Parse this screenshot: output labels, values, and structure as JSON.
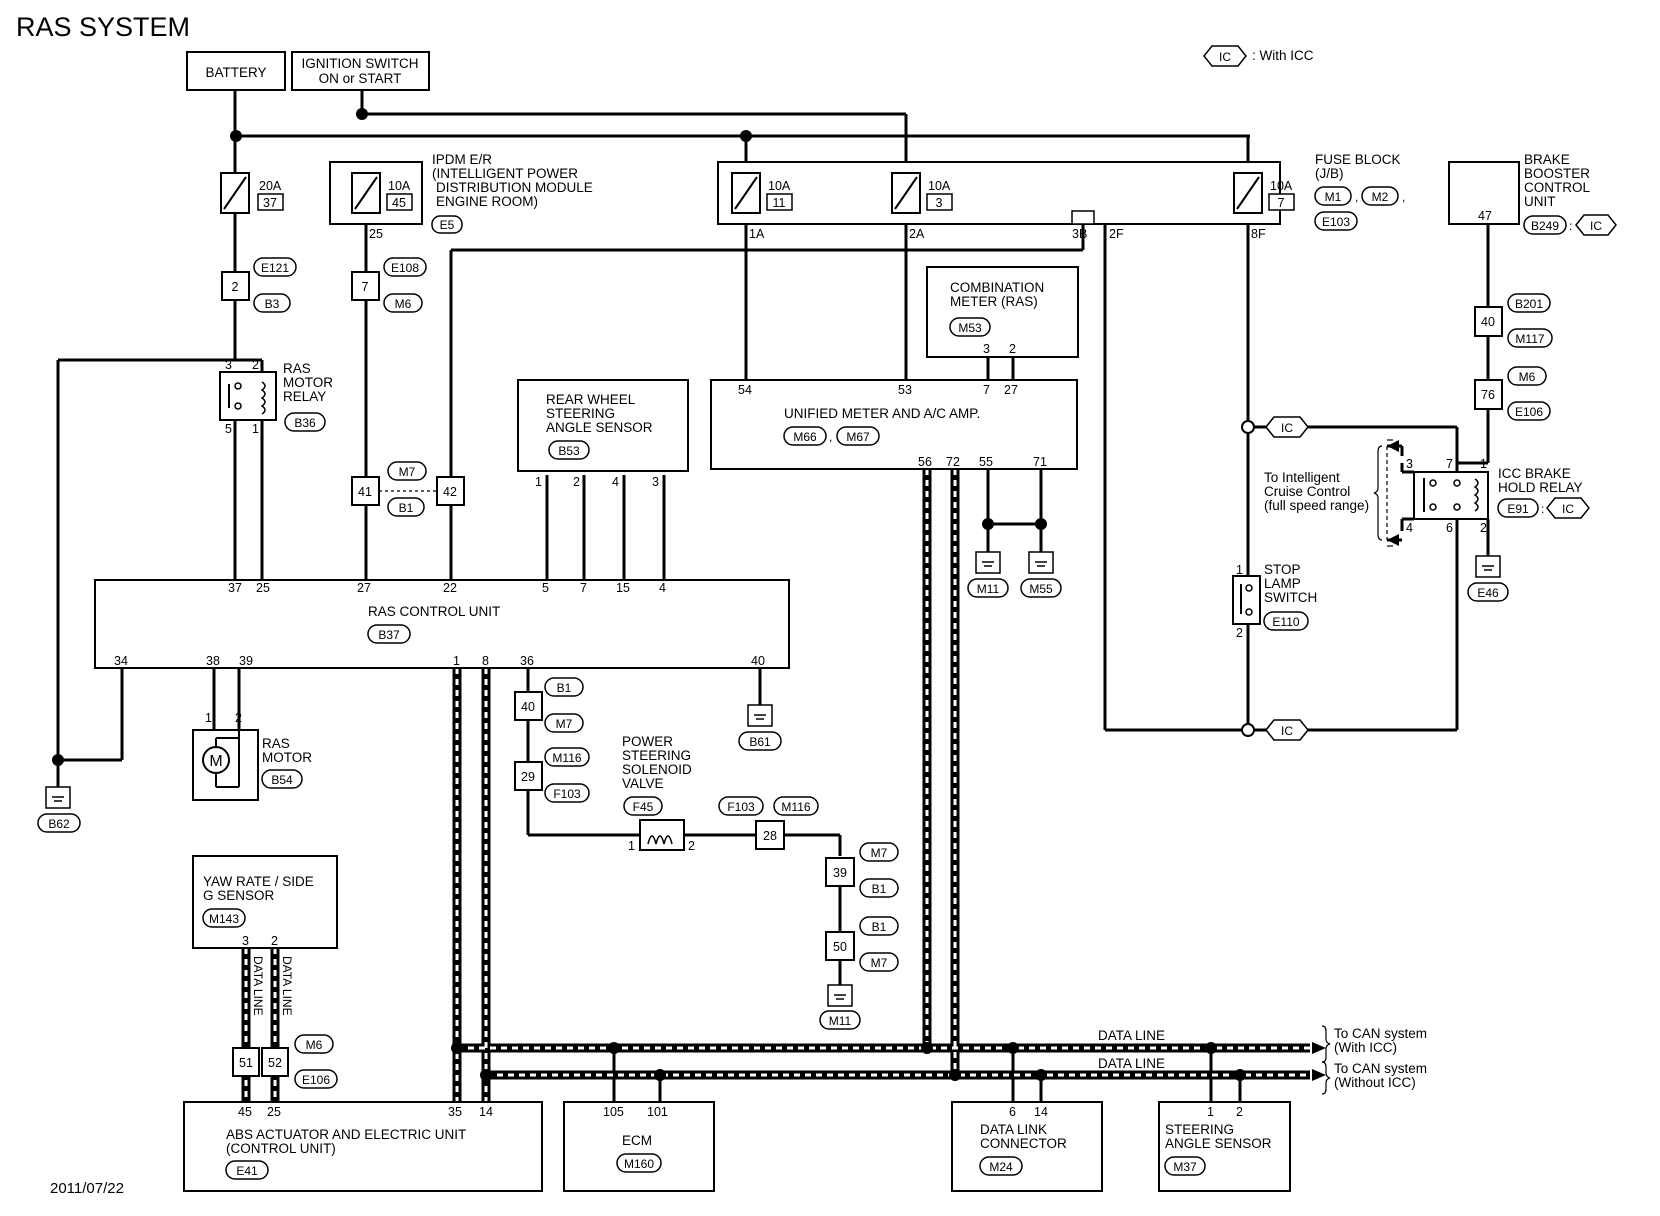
{
  "title": "RAS SYSTEM",
  "date": "2011/07/22",
  "legend": {
    "symbol": "IC",
    "text": ": With ICC"
  },
  "power": {
    "battery": "BATTERY",
    "ignition_1": "IGNITION SWITCH",
    "ignition_2": "ON or START"
  },
  "fuses": {
    "f37": {
      "amp": "20A",
      "num": "37"
    },
    "f45": {
      "amp": "10A",
      "num": "45"
    },
    "f11": {
      "amp": "10A",
      "num": "11"
    },
    "f3": {
      "amp": "10A",
      "num": "3"
    },
    "f7": {
      "amp": "10A",
      "num": "7"
    }
  },
  "ipdm": {
    "l1": "IPDM E/R",
    "l2": "(INTELLIGENT POWER",
    "l3": "DISTRIBUTION MODULE",
    "l4": "ENGINE ROOM)",
    "conn": "E5",
    "pin": "25"
  },
  "fuse_block": {
    "l1": "FUSE BLOCK",
    "l2": "(J/B)",
    "c1": "M1",
    "c2": "M2",
    "c3": "E103",
    "p1A": "1A",
    "p2A": "2A",
    "p3B": "3B",
    "p2F": "2F",
    "p8F": "8F"
  },
  "brake_booster": {
    "l1": "BRAKE",
    "l2": "BOOSTER",
    "l3": "CONTROL",
    "l4": "UNIT",
    "pin": "47",
    "conn": "B249"
  },
  "ras_relay": {
    "l1": "RAS",
    "l2": "MOTOR",
    "l3": "RELAY",
    "conn": "B36",
    "p3": "3",
    "p2": "2",
    "p5": "5",
    "p1": "1"
  },
  "harness": {
    "h2": {
      "pin": "2",
      "c1": "E121",
      "c2": "B3"
    },
    "h7": {
      "pin": "7",
      "c1": "E108",
      "c2": "M6"
    },
    "h41": {
      "pin": "41",
      "pin2": "42",
      "c1": "M7",
      "c2": "B1"
    },
    "h40m": {
      "pin": "40",
      "c1": "B1",
      "c2": "M7"
    },
    "h29": {
      "pin": "29",
      "c1": "M116",
      "c2": "F103"
    },
    "h28": {
      "pin": "28",
      "c1": "F103",
      "c2": "M116"
    },
    "h39": {
      "pin": "39",
      "c1": "M7",
      "c2": "B1"
    },
    "h50": {
      "pin": "50",
      "c1": "B1",
      "c2": "M7"
    },
    "h40r": {
      "pin": "40",
      "c1": "B201",
      "c2": "M117"
    },
    "h76": {
      "pin": "76",
      "c1": "M6",
      "c2": "E106"
    },
    "h51": {
      "pin": "51",
      "pin2": "52",
      "c1": "M6",
      "c2": "E106"
    }
  },
  "combination_meter": {
    "l1": "COMBINATION",
    "l2": "METER (RAS)",
    "conn": "M53",
    "p3": "3",
    "p2": "2"
  },
  "unified_meter": {
    "label": "UNIFIED METER AND A/C AMP.",
    "c1": "M66",
    "c2": "M67",
    "p54": "54",
    "p53": "53",
    "p7": "7",
    "p27": "27",
    "p56": "56",
    "p72": "72",
    "p55": "55",
    "p71": "71"
  },
  "rear_sensor": {
    "l1": "REAR WHEEL",
    "l2": "STEERING",
    "l3": "ANGLE SENSOR",
    "conn": "B53",
    "p1": "1",
    "p2": "2",
    "p4": "4",
    "p3": "3"
  },
  "ras_cu": {
    "label": "RAS CONTROL UNIT",
    "conn": "B37",
    "top": [
      "37",
      "25",
      "27",
      "22",
      "5",
      "7",
      "15",
      "4"
    ],
    "bottom": [
      "34",
      "38",
      "39",
      "1",
      "8",
      "36",
      "40"
    ]
  },
  "ras_motor": {
    "l1": "RAS",
    "l2": "MOTOR",
    "conn": "B54",
    "p1": "1",
    "p2": "2",
    "symbol": "M"
  },
  "grounds": {
    "b62": "B62",
    "b61": "B61",
    "m11a": "M11",
    "m55": "M55",
    "m11b": "M11",
    "e46": "E46"
  },
  "ps_valve": {
    "l1": "POWER",
    "l2": "STEERING",
    "l3": "SOLENOID",
    "l4": "VALVE",
    "conn": "F45",
    "p1": "1",
    "p2": "2"
  },
  "stop_lamp": {
    "l1": "STOP",
    "l2": "LAMP",
    "l3": "SWITCH",
    "conn": "E110",
    "p1": "1",
    "p2": "2"
  },
  "icc_relay": {
    "l1": "ICC BRAKE",
    "l2": "HOLD RELAY",
    "conn": "E91",
    "p3": "3",
    "p7": "7",
    "p1": "1",
    "p4": "4",
    "p6": "6",
    "p2": "2"
  },
  "to_icc": {
    "l1": "To Intelligent",
    "l2": "Cruise Control",
    "l3": "(full speed range)"
  },
  "yaw_sensor": {
    "l1": "YAW RATE / SIDE",
    "l2": "G SENSOR",
    "conn": "M143",
    "p3": "3",
    "p2": "2",
    "data": "DATA LINE"
  },
  "abs": {
    "l1": "ABS ACTUATOR AND ELECTRIC UNIT",
    "l2": "(CONTROL UNIT)",
    "conn": "E41",
    "p45": "45",
    "p25": "25",
    "p35": "35",
    "p14": "14"
  },
  "ecm": {
    "label": "ECM",
    "conn": "M160",
    "p105": "105",
    "p101": "101"
  },
  "dlc": {
    "l1": "DATA LINK",
    "l2": "CONNECTOR",
    "conn": "M24",
    "p6": "6",
    "p14": "14"
  },
  "steer_sensor": {
    "l1": "STEERING",
    "l2": "ANGLE SENSOR",
    "conn": "M37",
    "p1": "1",
    "p2": "2"
  },
  "can": {
    "data_line": "DATA LINE",
    "to1": "To CAN system",
    "to1b": "(With ICC)",
    "to2": "To CAN system",
    "to2b": "(Without ICC)"
  }
}
